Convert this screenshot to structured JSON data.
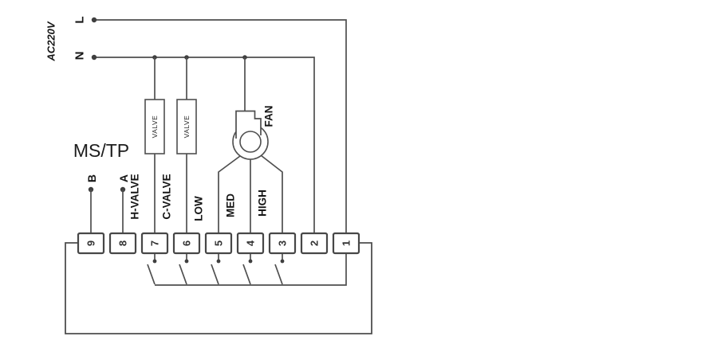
{
  "diagram": {
    "title_area": {
      "power_label": "AC220V",
      "line_live": "L",
      "line_neutral": "N"
    },
    "comm": {
      "bus_label": "MS/TP",
      "terminal_b": "B",
      "terminal_a": "A"
    },
    "components": {
      "valve1_label": "VALVE",
      "valve2_label": "VALVE",
      "fan_label": "FAN"
    },
    "output_labels": {
      "h_valve": "H-VALVE",
      "c_valve": "C-VALVE",
      "low": "LOW",
      "med": "MED",
      "high": "HIGH"
    },
    "terminals": [
      "9",
      "8",
      "7",
      "6",
      "5",
      "4",
      "3",
      "2",
      "1"
    ],
    "colors": {
      "wire": "#4f4f4f",
      "text": "#161616",
      "background": "#ffffff"
    }
  }
}
